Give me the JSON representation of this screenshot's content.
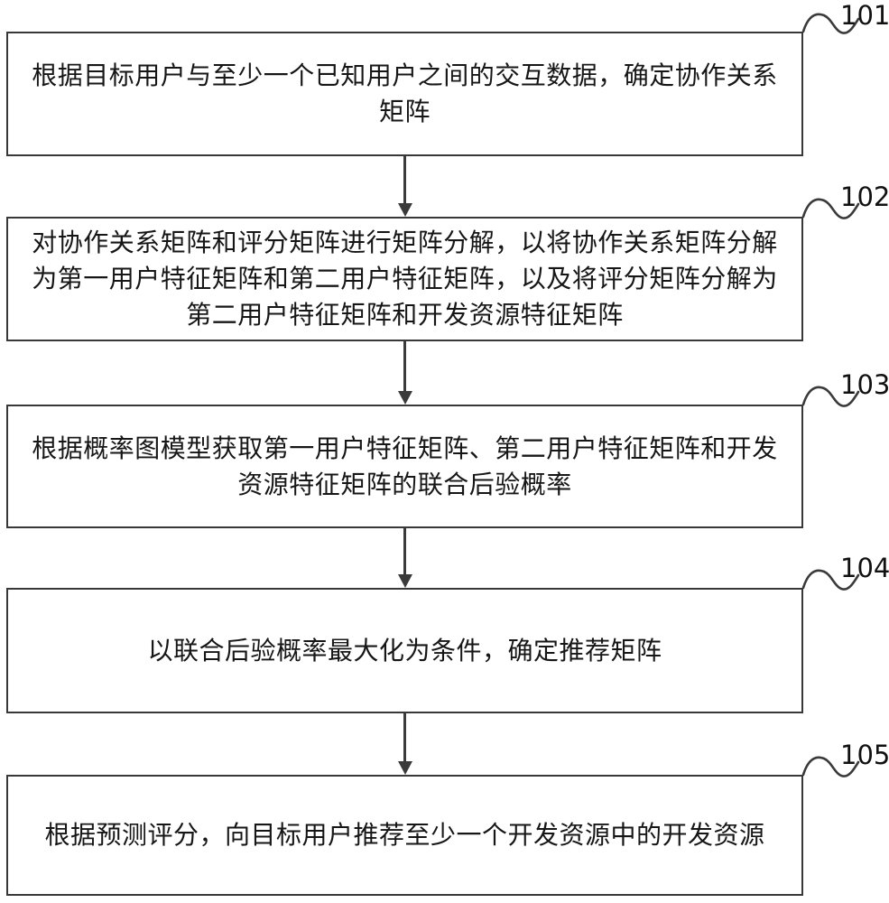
{
  "figure": {
    "type": "patent-flowchart",
    "background_color": "#ffffff",
    "line_color": "#3a3a3a",
    "text_color": "#161616"
  },
  "steps": [
    {
      "id": "101",
      "text": "根据目标用户与至少一个已知用户之间的交互数据，确定协作关系\n矩阵"
    },
    {
      "id": "102",
      "text": "对协作关系矩阵和评分矩阵进行矩阵分解，以将协作关系矩阵分解\n为第一用户特征矩阵和第二用户特征矩阵，以及将评分矩阵分解为\n第二用户特征矩阵和开发资源特征矩阵"
    },
    {
      "id": "103",
      "text": "根据概率图模型获取第一用户特征矩阵、第二用户特征矩阵和开发\n资源特征矩阵的联合后验概率"
    },
    {
      "id": "104",
      "text": "以联合后验概率最大化为条件，确定推荐矩阵"
    },
    {
      "id": "105",
      "text": "根据预测评分，向目标用户推荐至少一个开发资源中的开发资源"
    }
  ]
}
